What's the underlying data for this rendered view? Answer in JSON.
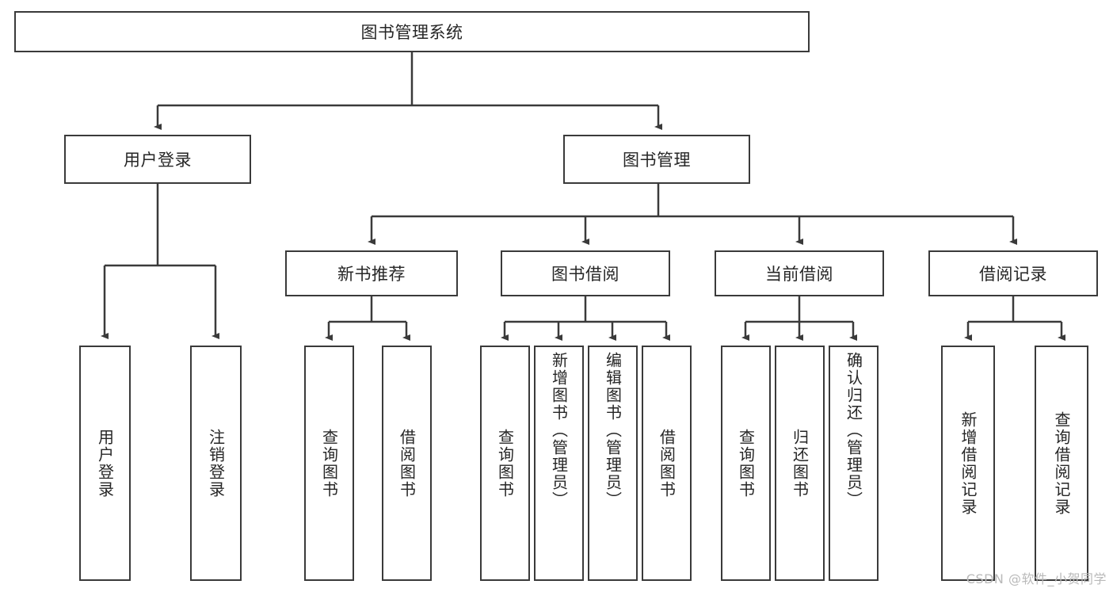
{
  "diagram": {
    "title": "图书管理系统",
    "type": "tree-hierarchy",
    "root": {
      "label": "图书管理系统"
    },
    "level2": [
      {
        "label": "用户登录"
      },
      {
        "label": "图书管理"
      }
    ],
    "level3": [
      {
        "label": "新书推荐"
      },
      {
        "label": "图书借阅"
      },
      {
        "label": "当前借阅"
      },
      {
        "label": "借阅记录"
      }
    ],
    "leaves": {
      "user_login": [
        {
          "label": "用户登录"
        },
        {
          "label": "注销登录"
        }
      ],
      "new_book_recommend": [
        {
          "label": "查询图书"
        },
        {
          "label": "借阅图书"
        }
      ],
      "book_borrow": [
        {
          "label": "查询图书"
        },
        {
          "label": "新增图书（管理员）"
        },
        {
          "label": "编辑图书（管理员）"
        },
        {
          "label": "借阅图书"
        }
      ],
      "current_borrow": [
        {
          "label": "查询图书"
        },
        {
          "label": "归还图书"
        },
        {
          "label": "确认归还（管理员）"
        }
      ],
      "borrow_record": [
        {
          "label": "新增借阅记录"
        },
        {
          "label": "查询借阅记录"
        }
      ]
    }
  },
  "watermark": {
    "text": "CSDN @软件_小贺同学"
  },
  "colors": {
    "stroke": "#3a3a3a",
    "text": "#262626",
    "background": "#ffffff",
    "watermark": "#b9b9b9"
  }
}
